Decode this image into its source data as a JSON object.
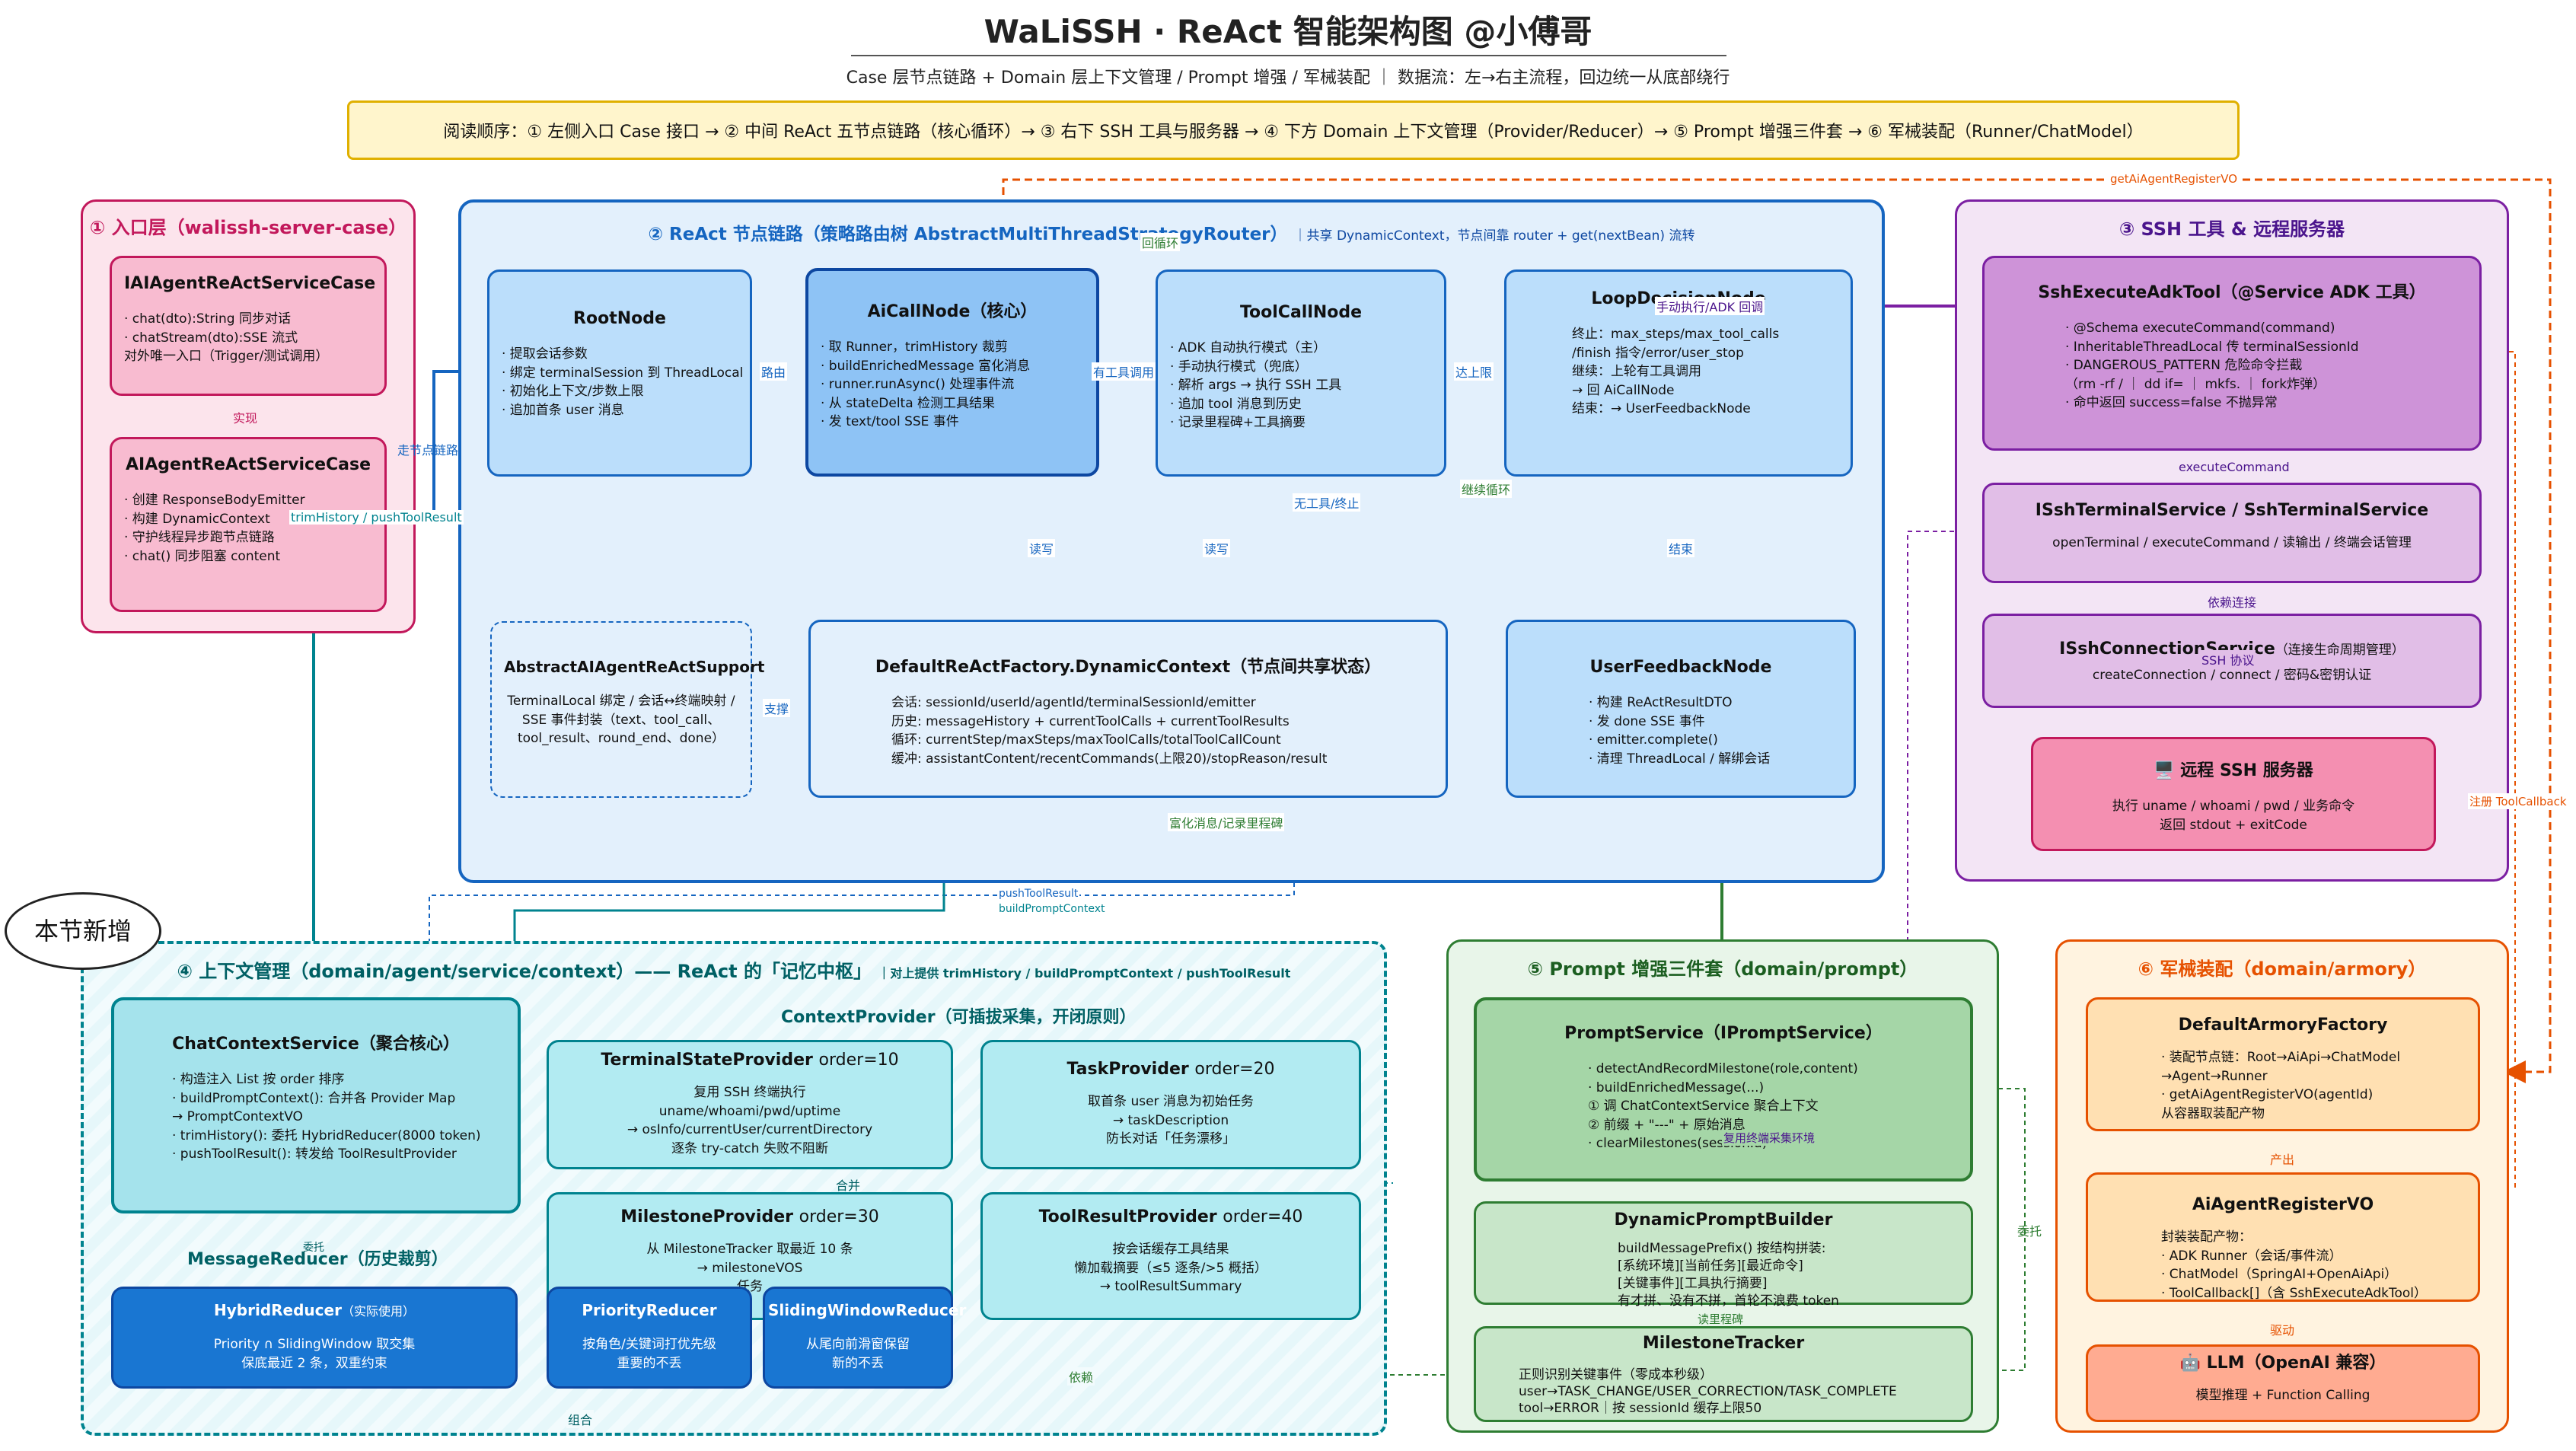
{
  "header": {
    "title": "WaLiSSH · ReAct 智能架构图 @小傅哥",
    "subtitle": "Case 层节点链路 + Domain 层上下文管理 / Prompt 增强 / 军械装配 ｜ 数据流：左→右主流程，回边统一从底部绕行",
    "reading_order": "阅读顺序：① 左侧入口 Case 接口 → ② 中间 ReAct 五节点链路（核心循环）→ ③ 右下 SSH 工具与服务器 → ④ 下方 Domain 上下文管理（Provider/Reducer）→ ⑤ Prompt 增强三件套 → ⑥ 军械装配（Runner/ChatModel）"
  },
  "colors": {
    "entry": "#c2185b",
    "react": "#1565c0",
    "ssh": "#7b1fa2",
    "context": "#00838f",
    "prompt": "#2e7d32",
    "armory": "#e65100"
  },
  "entry": {
    "title": "① 入口层（walissh-server-case）",
    "iface": {
      "name": "IAIAgentReActServiceCase",
      "lines": [
        "· chat(dto):String 同步对话",
        "· chatStream(dto):SSE 流式",
        "对外唯一入口（Trigger/测试调用）"
      ]
    },
    "impl_label": "实现",
    "impl": {
      "name": "AIAgentReActServiceCase",
      "lines": [
        "· 创建 ResponseBodyEmitter",
        "· 构建 DynamicContext",
        "· 守护线程异步跑节点链路",
        "· chat() 同步阻塞 content"
      ]
    }
  },
  "react": {
    "title": "② ReAct 节点链路（策略路由树 AbstractMultiThreadStrategyRouter）",
    "title_note": "｜共享 DynamicContext，节点间靠 router + get(nextBean) 流转",
    "root": {
      "name": "RootNode",
      "lines": [
        "· 提取会话参数",
        "· 绑定 terminalSession 到 ThreadLocal",
        "· 初始化上下文/步数上限",
        "· 追加首条 user 消息"
      ]
    },
    "ai": {
      "name": "AiCallNode（核心）",
      "lines": [
        "· 取 Runner，trimHistory 裁剪",
        "· buildEnrichedMessage 富化消息",
        "· runner.runAsync() 处理事件流",
        "· 从 stateDelta 检测工具结果",
        "· 发 text/tool SSE 事件"
      ]
    },
    "tool": {
      "name": "ToolCallNode",
      "lines": [
        "· ADK 自动执行模式（主）",
        "· 手动执行模式（兜底）",
        "· 解析 args → 执行 SSH 工具",
        "· 追加 tool 消息到历史",
        "· 记录里程碑+工具摘要"
      ]
    },
    "loop": {
      "name": "LoopDecisionNode",
      "lines": [
        "终止：max_steps/max_tool_calls",
        "/finish 指令/error/user_stop",
        "继续：上轮有工具调用",
        "→ 回 AiCallNode",
        "结束：→ UserFeedbackNode"
      ]
    },
    "support": {
      "name": "AbstractAIAgentReActSupport",
      "lines": [
        "TerminalLocal 绑定 / 会话↔终端映射 /",
        "SSE 事件封装（text、tool_call、",
        "tool_result、round_end、done）"
      ]
    },
    "ctx": {
      "name": "DefaultReActFactory.DynamicContext（节点间共享状态）",
      "lines": [
        "会话: sessionId/userId/agentId/terminalSessionId/emitter",
        "历史: messageHistory + currentToolCalls + currentToolResults",
        "循环: currentStep/maxSteps/maxToolCalls/totalToolCallCount",
        "缓冲: assistantContent/recentCommands(上限20)/stopReason/result"
      ]
    },
    "feedback": {
      "name": "UserFeedbackNode",
      "lines": [
        "· 构建 ReActResultDTO",
        "· 发 done SSE 事件",
        "· emitter.complete()",
        "· 清理 ThreadLocal / 解绑会话"
      ]
    },
    "labels": {
      "route": "路由",
      "has_tool": "有工具调用",
      "reach_limit": "达上限",
      "no_tool": "无工具/终止",
      "continue_loop": "继续循环",
      "back_loop": "回循环",
      "end": "结束",
      "read1": "读写",
      "read2": "读写",
      "support": "支撑",
      "walk": "走节点链路",
      "enrich": "富化消息/记录里程碑",
      "trim_push": "trimHistory / pushToolResult"
    }
  },
  "ssh": {
    "title": "③ SSH 工具 & 远程服务器",
    "adk": {
      "name": "SshExecuteAdkTool（@Service ADK 工具）",
      "lines": [
        "· @Schema executeCommand(command)",
        "· InheritableThreadLocal 传 terminalSessionId",
        "· DANGEROUS_PATTERN 危险命令拦截",
        "（rm -rf / ｜ dd if= ｜ mkfs. ｜ fork炸弹）",
        "· 命中返回 success=false 不抛异常"
      ]
    },
    "exec_label": "executeCommand",
    "term": {
      "name": "ISshTerminalService / SshTerminalService",
      "lines": [
        "openTerminal / executeCommand / 读输出 / 终端会话管理"
      ]
    },
    "dep_label": "依赖连接",
    "conn": {
      "name": "ISshConnectionService",
      "name_note": "（连接生命周期管理）",
      "lines": [
        "createConnection / connect / 密码&密钥认证"
      ]
    },
    "proto_label": "SSH 协议",
    "server": {
      "name": "🖥️ 远程 SSH 服务器",
      "lines": [
        "执行 uname / whoami / pwd / 业务命令",
        "返回 stdout + exitCode"
      ]
    },
    "manual_label": "手动执行/ADK 回调"
  },
  "context": {
    "badge": "本节新增",
    "title": "④ 上下文管理（domain/agent/service/context）—— ReAct 的「记忆中枢」",
    "title_note": "｜对上提供 trimHistory / buildPromptContext / pushToolResult",
    "chat": {
      "name": "ChatContextService（聚合核心）",
      "lines": [
        "· 构造注入 List 按 order 排序",
        "· buildPromptContext(): 合并各 Provider Map",
        "→ PromptContextVO",
        "· trimHistory(): 委托 HybridReducer(8000 token)",
        "· pushToolResult(): 转发给 ToolResultProvider"
      ]
    },
    "provider_title": "ContextProvider（可插拔采集，开闭原则）",
    "terminal": {
      "name": "TerminalStateProvider",
      "order": "order=10",
      "lines": [
        "复用 SSH 终端执行",
        "uname/whoami/pwd/uptime",
        "→ osInfo/currentUser/currentDirectory",
        "逐条 try-catch 失败不阻断"
      ]
    },
    "task": {
      "name": "TaskProvider",
      "order": "order=20",
      "lines": [
        "取首条 user 消息为初始任务",
        "→ taskDescription",
        "防长对话「任务漂移」"
      ]
    },
    "milestone": {
      "name": "MilestoneProvider",
      "order": "order=30",
      "lines": [
        "从 MilestoneTracker 取最近 10 条",
        "→ milestoneVOS",
        "任务"
      ]
    },
    "toolresult": {
      "name": "ToolResultProvider",
      "order": "order=40",
      "lines": [
        "按会话缓存工具结果",
        "懒加载摘要（≤5 逐条/>5 概括）",
        "→ toolResultSummary"
      ]
    },
    "reducer_title": "MessageReducer（历史裁剪）",
    "hybrid": {
      "name": "HybridReducer",
      "note": "（实际使用）",
      "lines": [
        "Priority ∩ SlidingWindow 取交集",
        "保底最近 2 条，双重约束"
      ]
    },
    "priority": {
      "name": "PriorityReducer",
      "lines": [
        "按角色/关键词打优先级",
        "重要的不丢"
      ]
    },
    "sliding": {
      "name": "SlidingWindowReducer",
      "lines": [
        "从尾向前滑窗保留",
        "新的不丢"
      ]
    },
    "labels": {
      "merge": "合并",
      "delegate": "委托",
      "combine": "组合",
      "depend": "依赖",
      "push_result": "pushToolResult",
      "build_prompt": "buildPromptContext"
    }
  },
  "prompt": {
    "title": "⑤ Prompt 增强三件套（domain/prompt）",
    "service": {
      "name": "PromptService（IPromptService）",
      "lines": [
        "· detectAndRecordMilestone(role,content)",
        "· buildEnrichedMessage(...)",
        "① 调 ChatContextService 聚合上下文",
        "② 前缀 + \"---\" + 原始消息",
        "· clearMilestones(sessionId)"
      ]
    },
    "builder": {
      "name": "DynamicPromptBuilder",
      "lines": [
        "buildMessagePrefix() 按结构拼装:",
        "[系统环境][当前任务][最近命令]",
        "[关键事件][工具执行摘要]",
        "有才拼、没有不拼，首轮不浪费 token"
      ]
    },
    "tracker": {
      "name": "MilestoneTracker",
      "lines": [
        "正则识别关键事件（零成本秒级）",
        "user→TASK_CHANGE/USER_CORRECTION/TASK_COMPLETE",
        "tool→ERROR｜按 sessionId 缓存上限50"
      ]
    },
    "labels": {
      "reuse": "复用终端采集环境",
      "read_milestone": "读里程碑",
      "delegate": "委托"
    }
  },
  "armory": {
    "title": "⑥ 军械装配（domain/armory）",
    "factory": {
      "name": "DefaultArmoryFactory",
      "lines": [
        "· 装配节点链：Root→AiApi→ChatModel",
        "→Agent→Runner",
        "· getAiAgentRegisterVO(agentId)",
        "从容器取装配产物"
      ]
    },
    "output_label": "产出",
    "vo": {
      "name": "AiAgentRegisterVO",
      "lines": [
        "封装装配产物：",
        "· ADK Runner（会话/事件流）",
        "· ChatModel（SpringAI+OpenAiApi）",
        "· ToolCallback[]（含 SshExecuteAdkTool）"
      ]
    },
    "drive_label": "驱动",
    "llm": {
      "name": "🤖 LLM（OpenAI 兼容）",
      "lines": [
        "模型推理 + Function Calling"
      ]
    },
    "labels": {
      "get_vo": "getAiAgentRegisterVO",
      "register": "注册 ToolCallback"
    }
  }
}
